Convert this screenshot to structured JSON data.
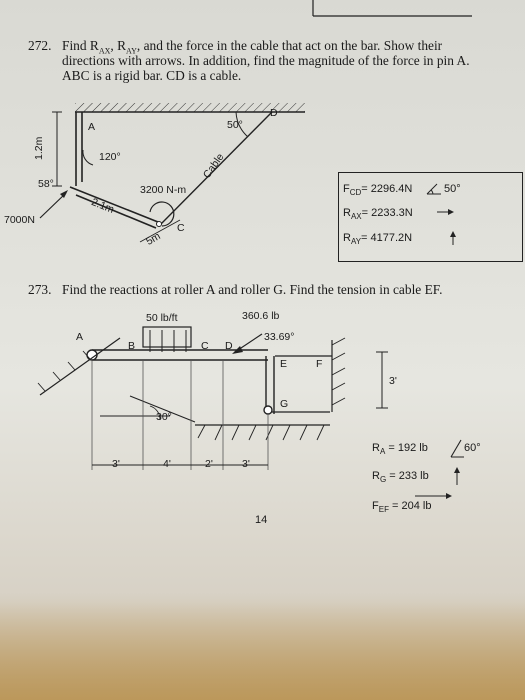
{
  "problem_272": {
    "number": "272.",
    "line1": "Find R",
    "line1_sub1": "AX",
    "line1_mid": ", R",
    "line1_sub2": "AY",
    "line1_rest": ", and the force in the cable that act on the bar.  Show their",
    "line2": "directions with arrows.  In addition, find the magnitude of the force in pin A.",
    "line3": "ABC is a rigid bar.  CD is a cable.",
    "figure": {
      "label_a": "A",
      "label_d": "D",
      "label_c": "C",
      "dim_vertical": "1.2m",
      "angle_120": "120°",
      "angle_58": "58°",
      "angle_50": "50°",
      "moment": "3200 N-m",
      "len_21": "2.1m",
      "len_5": "5m",
      "cable": "Cable",
      "load": "7000N"
    },
    "answers": {
      "fcd_prefix": "F",
      "fcd_sub": "CD",
      "fcd_value": "= 2296.4N",
      "fcd_angle": "50°",
      "rax_prefix": "R",
      "rax_sub": "AX",
      "rax_value": "= 2233.3N",
      "ray_prefix": "R",
      "ray_sub": "AY",
      "ray_value": "= 4177.2N"
    }
  },
  "problem_273": {
    "number": "273.",
    "text": "Find the reactions at roller A and roller G.  Find the tension in cable EF.",
    "figure": {
      "dist_load": "50 lb/ft",
      "point_load": "360.6 lb",
      "angle_3369": "33.69°",
      "label_a": "A",
      "label_b": "B",
      "label_c": "C",
      "label_d": "D",
      "label_e": "E",
      "label_f": "F",
      "label_g": "G",
      "angle_30": "30°",
      "dim_3v": "3'",
      "dim_a": "3'",
      "dim_b": "4'",
      "dim_c": "2'",
      "dim_d": "3'"
    },
    "answers": {
      "ra_prefix": "R",
      "ra_sub": "A",
      "ra_value": "= 192 lb",
      "ra_angle": "60°",
      "rg_prefix": "R",
      "rg_sub": "G",
      "rg_value": "= 233 lb",
      "fef_prefix": "F",
      "fef_sub": "EF",
      "fef_value": "= 204 lb"
    }
  },
  "page_number": "14"
}
